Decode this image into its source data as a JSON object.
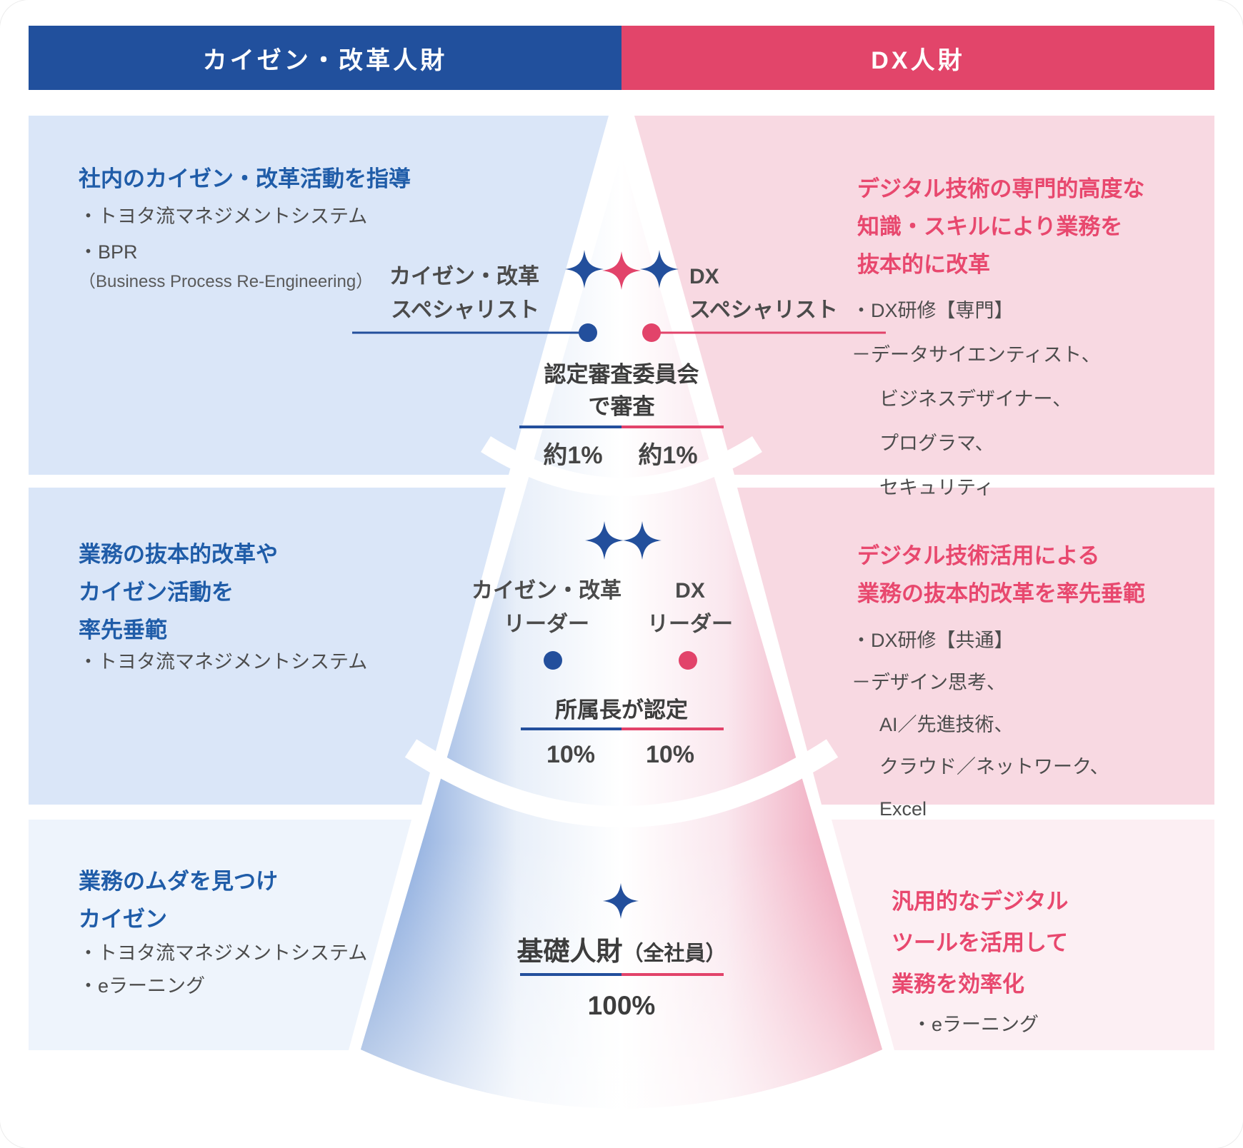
{
  "header": {
    "left_label": "カイゼン・改革人財",
    "right_label": "DX人財"
  },
  "colors": {
    "header_blue": "#21509D",
    "header_pink": "#E2456A",
    "title_blue": "#1F5CA8",
    "title_pink": "#E8486E",
    "star_blue": "#234F9C",
    "star_pink": "#E2436A",
    "box_blue": "#DAE6F8",
    "box_pink": "#F8D9E2",
    "box_blue_light": "#EEF4FC",
    "box_pink_light": "#FCEFF3"
  },
  "left_column": {
    "row1": {
      "title": [
        "社内のカイゼン・改革活動を指導"
      ],
      "bullets": [
        "・トヨタ流マネジメントシステム",
        "・BPR"
      ],
      "note": "（Business Process Re-Engineering）"
    },
    "row2": {
      "title": [
        "業務の抜本的改革や",
        "カイゼン活動を",
        "率先垂範"
      ],
      "bullets": [
        "・トヨタ流マネジメントシステム"
      ]
    },
    "row3": {
      "title": [
        "業務のムダを見つけ",
        "カイゼン"
      ],
      "bullets": [
        "・トヨタ流マネジメントシステム",
        "・eラーニング"
      ]
    }
  },
  "right_column": {
    "row1": {
      "title": [
        "デジタル技術の専門的高度な",
        "知識・スキルにより業務を",
        "抜本的に改革"
      ],
      "bullets": [
        "・DX研修【専門】",
        "－データサイエンティスト、"
      ],
      "sub_bullets": [
        "ビジネスデザイナー、",
        "プログラマ、",
        "セキュリティ"
      ]
    },
    "row2": {
      "title": [
        "デジタル技術活用による",
        "業務の抜本的改革を率先垂範"
      ],
      "bullets": [
        "・DX研修【共通】",
        "－デザイン思考、"
      ],
      "sub_bullets": [
        "AI／先進技術、",
        "クラウド／ネットワーク、",
        "Excel"
      ]
    },
    "row3": {
      "title": [
        "汎用的なデジタル",
        "ツールを活用して",
        "業務を効率化"
      ],
      "bullets": [
        "・eラーニング"
      ]
    }
  },
  "cone": {
    "level1": {
      "left_label": [
        "カイゼン・改革",
        "スペシャリスト"
      ],
      "right_label": [
        "DX",
        "スペシャリスト"
      ],
      "certification": [
        "認定審査委員会",
        "で審査"
      ],
      "left_value": "約1%",
      "right_value": "約1%"
    },
    "level2": {
      "left_label": [
        "カイゼン・改革",
        "リーダー"
      ],
      "right_label": [
        "DX",
        "リーダー"
      ],
      "certification": [
        "所属長が認定"
      ],
      "left_value": "10%",
      "right_value": "10%"
    },
    "level3": {
      "label": "基礎人財",
      "label_suffix": "（全社員）",
      "value": "100%"
    }
  }
}
